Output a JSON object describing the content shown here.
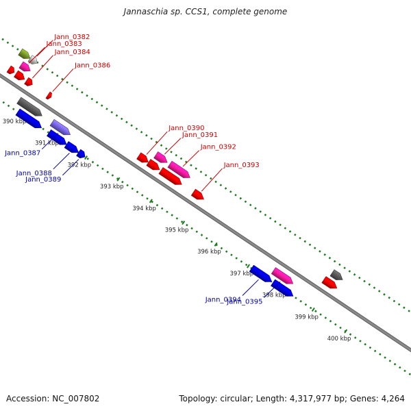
{
  "title": "Jannaschia sp. CCS1, complete genome",
  "footer": {
    "accession": "Accession: NC_007802",
    "summary": "Topology: circular; Length: 4,317,977 bp; Genes: 4,264"
  },
  "colors": {
    "background": "#ffffff",
    "backbone": "#8a8a8a",
    "tick_dots": "#1f7a1f",
    "red_gene": "#ff0000",
    "pink_gene": "#ff1aa3",
    "blue_gene": "#0000ee",
    "lavender_gene": "#7b68ee",
    "dark_gray_gene": "#5a5a5a",
    "olive_gene": "#7a9a2a",
    "light_gray_gene": "#bdbdbd",
    "red_label": "#cc0000",
    "blue_label": "#0000aa"
  },
  "scale": {
    "unit": "kbp",
    "ticks": [
      {
        "kbp": 390,
        "label": "390 kbp"
      },
      {
        "kbp": 391,
        "label": "391 kbp"
      },
      {
        "kbp": 392,
        "label": "392 kbp"
      },
      {
        "kbp": 393,
        "label": "393 kbp"
      },
      {
        "kbp": 394,
        "label": "394 kbp"
      },
      {
        "kbp": 395,
        "label": "395 kbp"
      },
      {
        "kbp": 396,
        "label": "396 kbp"
      },
      {
        "kbp": 397,
        "label": "397 kbp"
      },
      {
        "kbp": 398,
        "label": "398 kbp"
      },
      {
        "kbp": 399,
        "label": "399 kbp"
      },
      {
        "kbp": 400,
        "label": "400 kbp"
      }
    ]
  },
  "features": [
    {
      "id": "olive_a",
      "color": "olive_gene",
      "start": 389.1,
      "end": 389.4,
      "lane": 3,
      "strand": "+"
    },
    {
      "id": "lgray_a",
      "color": "light_gray_gene",
      "start": 389.4,
      "end": 389.62,
      "lane": 3,
      "strand": "+"
    },
    {
      "id": "pink_a",
      "color": "pink_gene",
      "start": 389.3,
      "end": 389.58,
      "lane": 2,
      "strand": "+"
    },
    {
      "id": "red_0",
      "color": "red_gene",
      "start": 389.1,
      "end": 389.26,
      "lane": 1,
      "strand": "+"
    },
    {
      "id": "red_a",
      "color": "red_gene",
      "start": 389.32,
      "end": 389.58,
      "lane": 1,
      "strand": "+"
    },
    {
      "id": "red_b",
      "color": "red_gene",
      "start": 389.64,
      "end": 389.82,
      "lane": 1,
      "strand": "+"
    },
    {
      "id": "red_c",
      "color": "red_gene",
      "start": 390.3,
      "end": 390.4,
      "lane": 1,
      "strand": "+"
    },
    {
      "id": "blue_a",
      "color": "blue_gene",
      "start": 389.9,
      "end": 390.63,
      "lane": -2,
      "strand": "+"
    },
    {
      "id": "dgray_a",
      "color": "dark_gray_gene",
      "start": 389.76,
      "end": 390.47,
      "lane": -1,
      "strand": "+"
    },
    {
      "id": "blue_b",
      "color": "blue_gene",
      "start": 390.86,
      "end": 391.4,
      "lane": -2,
      "strand": "+"
    },
    {
      "id": "lav_a",
      "color": "lavender_gene",
      "start": 390.78,
      "end": 391.34,
      "lane": -1,
      "strand": "+"
    },
    {
      "id": "blue_c",
      "color": "blue_gene",
      "start": 391.4,
      "end": 391.77,
      "lane": -2,
      "strand": "+"
    },
    {
      "id": "blue_d",
      "color": "blue_gene",
      "start": 391.77,
      "end": 391.97,
      "lane": -2,
      "strand": "+"
    },
    {
      "id": "red_d",
      "color": "red_gene",
      "start": 393.1,
      "end": 393.39,
      "lane": 1,
      "strand": "+"
    },
    {
      "id": "pink_b",
      "color": "pink_gene",
      "start": 393.45,
      "end": 393.8,
      "lane": 2,
      "strand": "+"
    },
    {
      "id": "red_e",
      "color": "red_gene",
      "start": 393.4,
      "end": 393.74,
      "lane": 1,
      "strand": "+"
    },
    {
      "id": "pink_c",
      "color": "pink_gene",
      "start": 393.88,
      "end": 394.5,
      "lane": 2,
      "strand": "+"
    },
    {
      "id": "red_f",
      "color": "red_gene",
      "start": 393.78,
      "end": 394.42,
      "lane": 1,
      "strand": "+"
    },
    {
      "id": "red_g",
      "color": "red_gene",
      "start": 394.78,
      "end": 395.1,
      "lane": 1,
      "strand": "+"
    },
    {
      "id": "blue_e",
      "color": "blue_gene",
      "start": 397.1,
      "end": 397.72,
      "lane": -2,
      "strand": "+"
    },
    {
      "id": "blue_f",
      "color": "blue_gene",
      "start": 397.76,
      "end": 398.38,
      "lane": -2,
      "strand": "+"
    },
    {
      "id": "pink_d",
      "color": "pink_gene",
      "start": 397.6,
      "end": 398.2,
      "lane": -1,
      "strand": "+"
    },
    {
      "id": "dgray_b",
      "color": "dark_gray_gene",
      "start": 398.88,
      "end": 399.2,
      "lane": 2,
      "strand": "+"
    },
    {
      "id": "red_h",
      "color": "red_gene",
      "start": 398.8,
      "end": 399.2,
      "lane": 1,
      "strand": "+"
    }
  ],
  "labels": [
    {
      "text": "Jann_0382",
      "side": "red",
      "target": "lgray_a"
    },
    {
      "text": "Jann_0383",
      "side": "red",
      "target": "pink_a"
    },
    {
      "text": "Jann_0384",
      "side": "red",
      "target": "red_b"
    },
    {
      "text": "Jann_0386",
      "side": "red",
      "target": "red_c"
    },
    {
      "text": "Jann_0390",
      "side": "red",
      "target": "red_d"
    },
    {
      "text": "Jann_0391",
      "side": "red",
      "target": "pink_b"
    },
    {
      "text": "Jann_0392",
      "side": "red",
      "target": "pink_c"
    },
    {
      "text": "Jann_0393",
      "side": "red",
      "target": "red_g"
    },
    {
      "text": "Jann_0387",
      "side": "blue",
      "target": "lav_a"
    },
    {
      "text": "Jann_0388",
      "side": "blue",
      "target": "blue_c"
    },
    {
      "text": "Jann_0389",
      "side": "blue",
      "target": "blue_d"
    },
    {
      "text": "Jann_0394",
      "side": "blue",
      "target": "blue_e"
    },
    {
      "text": "Jann_0395",
      "side": "blue",
      "target": "pink_d"
    }
  ]
}
